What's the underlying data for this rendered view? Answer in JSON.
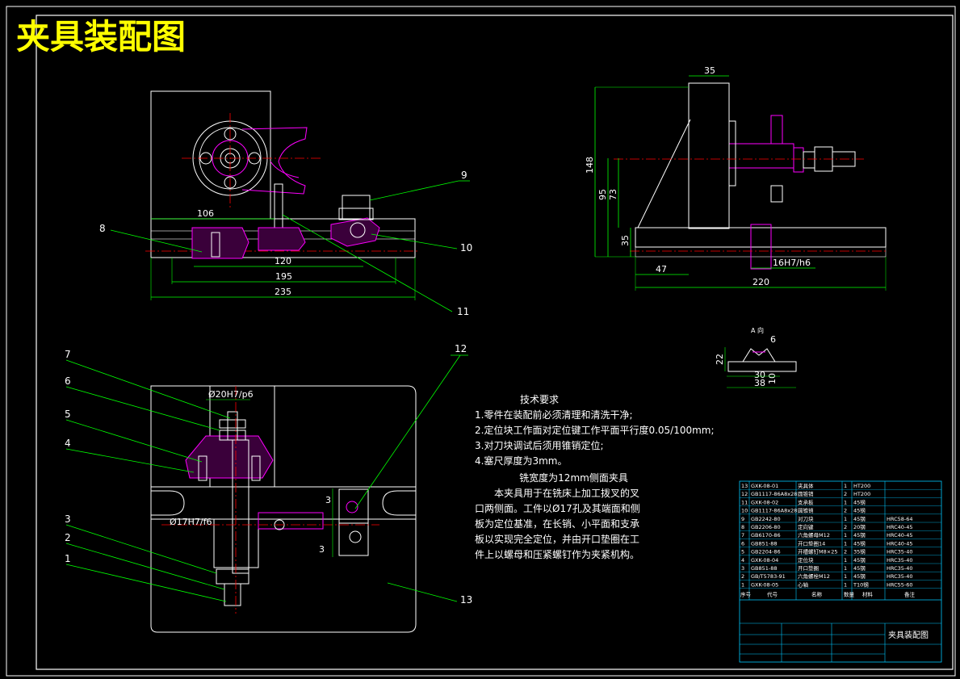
{
  "title": "夹具装配图",
  "front_view": {
    "dims": [
      "106",
      "120",
      "195",
      "235"
    ],
    "callouts": [
      "8",
      "9",
      "10",
      "11"
    ]
  },
  "side_view": {
    "dims": [
      "35",
      "148",
      "95",
      "73",
      "35",
      "47",
      "220",
      "16H7/h6"
    ]
  },
  "detail_view": {
    "dims": [
      "6",
      "22",
      "30",
      "38",
      "10"
    ],
    "label": "A 向"
  },
  "top_view": {
    "dims": [
      "Ø20H7/p6",
      "Ø17H7/f6",
      "3",
      "3"
    ],
    "callouts": [
      "7",
      "6",
      "5",
      "4",
      "3",
      "2",
      "1",
      "12",
      "13"
    ]
  },
  "tech_requirements": {
    "heading": "技术要求",
    "items": [
      "1.零件在装配前必须清理和清洗干净;",
      "2.定位块工作面对定位键工作平面平行度0.05/100mm;",
      "3.对刀块调试后须用锥销定位;",
      "4.塞尺厚度为3mm。"
    ]
  },
  "description": {
    "heading": "铣宽度为12mm侧面夹具",
    "lines": [
      "本夹具用于在铣床上加工拨叉的叉",
      "口两侧面。工件以Ø17孔及其端面和侧",
      "板为定位基准，在长销、小平面和支承",
      "板以实现完全定位，并由开口垫圈在工",
      "件上以螺母和压紧螺钉作为夹紧机构。"
    ]
  },
  "bom": {
    "rows": [
      [
        "13",
        "GXK-08-01",
        "夹具体",
        "1",
        "HT200",
        ""
      ],
      [
        "12",
        "GB1117-86A8x28",
        "圆锥销",
        "2",
        "HT200",
        ""
      ],
      [
        "11",
        "GXK-08-02",
        "支承板",
        "1",
        "45钢",
        ""
      ],
      [
        "10",
        "GB1117-86A8x28",
        "圆锥销",
        "2",
        "45钢",
        ""
      ],
      [
        "9",
        "GB2242-80",
        "对刀块",
        "1",
        "45钢",
        "HRC58-64"
      ],
      [
        "8",
        "GB2206-80",
        "定向键",
        "2",
        "20钢",
        "HRC40-45"
      ],
      [
        "7",
        "GB6170-86",
        "六角螺母M12",
        "1",
        "45钢",
        "HRC40-45"
      ],
      [
        "6",
        "GB851-88",
        "开口垫圈14",
        "1",
        "45钢",
        "HRC40-45"
      ],
      [
        "5",
        "GB2204-86",
        "开槽螺钉M8×25",
        "2",
        "35钢",
        "HRC35-40"
      ],
      [
        "4",
        "GXK-08-04",
        "定位块",
        "1",
        "45钢",
        "HRC35-40"
      ],
      [
        "3",
        "GB851-88",
        "开口垫圈",
        "1",
        "45钢",
        "HRC35-40"
      ],
      [
        "2",
        "GB/T5783-91",
        "六角螺栓M12",
        "1",
        "45钢",
        "HRC35-40"
      ],
      [
        "1",
        "GXK-08-05",
        "心轴",
        "1",
        "T10钢",
        "HRC55-60"
      ]
    ],
    "header": [
      "序号",
      "代号",
      "名称",
      "数量",
      "材料",
      "备注"
    ],
    "title_block_name": "夹具装配图"
  },
  "colors": {
    "background": "#000000",
    "outline": "#ffffff",
    "dimension": "#00ff00",
    "centerline": "#ff0000",
    "hatch": "#ff00ff",
    "title": "#ffff00",
    "table": "#00c8ff"
  }
}
